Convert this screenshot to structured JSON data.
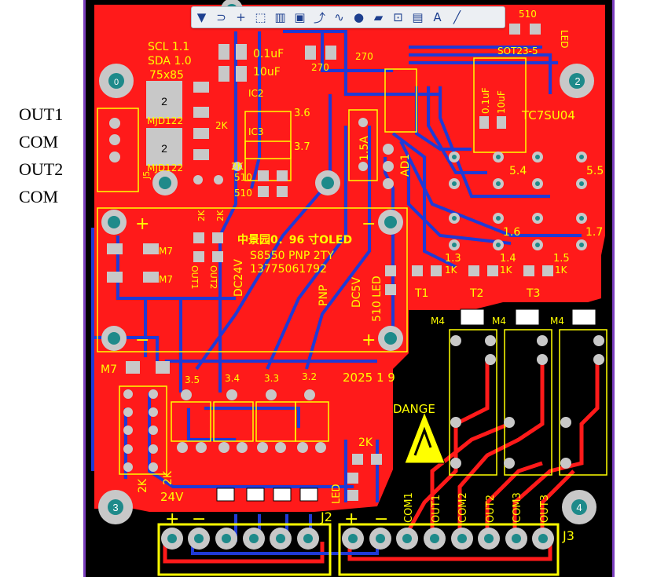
{
  "side_labels": [
    "OUT1",
    "COM",
    "OUT2",
    "COM"
  ],
  "toolbar": {
    "tools": [
      {
        "name": "filter-icon",
        "glyph": "▼"
      },
      {
        "name": "route-icon",
        "glyph": "⊃"
      },
      {
        "name": "crosshair-icon",
        "glyph": "+"
      },
      {
        "name": "select-rect-icon",
        "glyph": "⬚"
      },
      {
        "name": "chart-icon",
        "glyph": "▥"
      },
      {
        "name": "component-icon",
        "glyph": "▣"
      },
      {
        "name": "interactive-route-icon",
        "glyph": "⤴"
      },
      {
        "name": "diff-pair-icon",
        "glyph": "∿"
      },
      {
        "name": "via-icon",
        "glyph": "●"
      },
      {
        "name": "polygon-icon",
        "glyph": "▰"
      },
      {
        "name": "keepout-icon",
        "glyph": "⊡"
      },
      {
        "name": "dimension-icon",
        "glyph": "▤"
      },
      {
        "name": "text-icon",
        "glyph": "A"
      },
      {
        "name": "line-icon",
        "glyph": "╱"
      }
    ]
  },
  "board": {
    "colors": {
      "copper": "#ff1a1a",
      "bottom": "#1f3ad6",
      "silk": "#ffff00",
      "pad": "#c8c8c8",
      "void": "#000000",
      "hole": "#1e8a8a",
      "outline": "#7b3fbf"
    },
    "texts": {
      "scl": "SCL 1.1",
      "sda": "SDA 1.0",
      "size": "75x85",
      "mjd1": "MJD122",
      "mjd2": "MJD122",
      "ic2": "IC2",
      "ic3": "IC3",
      "c01uf": "0.1uF",
      "c10uf": "10uF",
      "r270a": "270",
      "r270b": "270",
      "r2ka": "2K",
      "r2kb": "2K",
      "r510a": "510",
      "r510b": "510",
      "p36": "3.6",
      "p37": "3.7",
      "fuse": "1.5A",
      "ad1": "AD1",
      "r510top": "510",
      "led_top": "LED",
      "sot": "SOT23-5",
      "c01uf_v": "0.1uF",
      "c10uf_v": "10uF",
      "tc7": "TC7SU04",
      "p54": "5.4",
      "p55": "5.5",
      "p16": "1.6",
      "p17": "1.7",
      "p13": "1.3",
      "p14": "1.4",
      "p15": "1.5",
      "k1": "1K",
      "k2": "1K",
      "k3": "1K",
      "t1": "T1",
      "t2": "T2",
      "t3": "T3",
      "m4a": "M4",
      "m4b": "M4",
      "m4c": "M4",
      "cn_title": "中景园0．96 寸OLED",
      "s8550": "S8550 PNP 2TY",
      "phone": "13775061792",
      "dc24v": "DC24V",
      "pnp": "PNP",
      "dc5v": "DC5V",
      "led510": "510 LED",
      "out1v": "OUT1",
      "out2v": "OUT2",
      "r2kc": "2K",
      "r2kd": "2K",
      "m7a": "M7",
      "m7b": "M7",
      "m7c": "M7",
      "h0": "0",
      "h2": "2",
      "h3": "3",
      "h4": "4",
      "j5": "J5",
      "p35": "3.5",
      "p34": "3.4",
      "p33": "3.3",
      "p32": "3.2",
      "date": "2025 1 9",
      "danger": "DANGE",
      "r2ke": "2K",
      "led_bottom": "LED",
      "k2bot": "2K",
      "k2bot2": "2K",
      "v24": "24V",
      "j2": "J2",
      "j3": "J3",
      "com1": "COM1",
      "out1": "OUT1",
      "com2": "COM2",
      "out2": "OUT2",
      "com3": "COM3",
      "out3": "OUT3"
    }
  }
}
